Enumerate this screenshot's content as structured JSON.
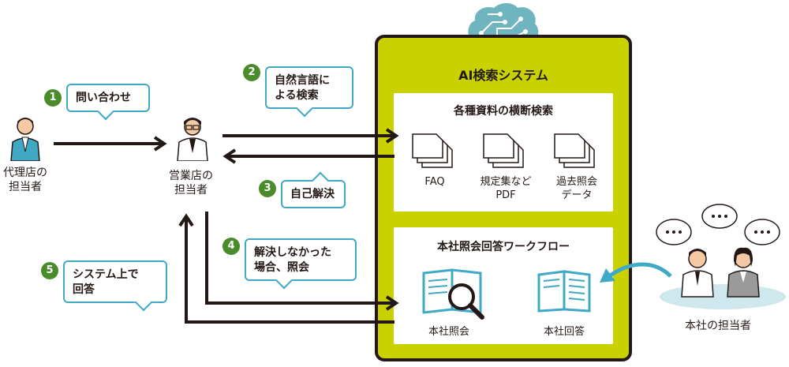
{
  "system": {
    "title": "AI検索システム",
    "search_panel_title": "各種資料の横断検索",
    "docs": [
      "FAQ",
      "規定集など\nPDF",
      "過去照会\nデータ"
    ],
    "workflow_panel_title": "本社照会回答ワークフロー",
    "workflow_items": [
      "本社照会",
      "本社回答"
    ]
  },
  "actors": {
    "agent": "代理店の\n担当者",
    "sales": "営業店の\n担当者",
    "hq": "本社の担当者"
  },
  "steps": [
    {
      "num": "1",
      "text": "問い合わせ"
    },
    {
      "num": "2",
      "text": "自然言語に\nよる検索"
    },
    {
      "num": "3",
      "text": "自己解決"
    },
    {
      "num": "4",
      "text": "解決しなかった\n場合、照会"
    },
    {
      "num": "5",
      "text": "システム上で\n回答"
    }
  ],
  "colors": {
    "system_bg": "#c9d200",
    "accent_blue": "#3fa9c6",
    "step_green": "#4a8b2c",
    "hq_platform": "#cfe8ee"
  }
}
